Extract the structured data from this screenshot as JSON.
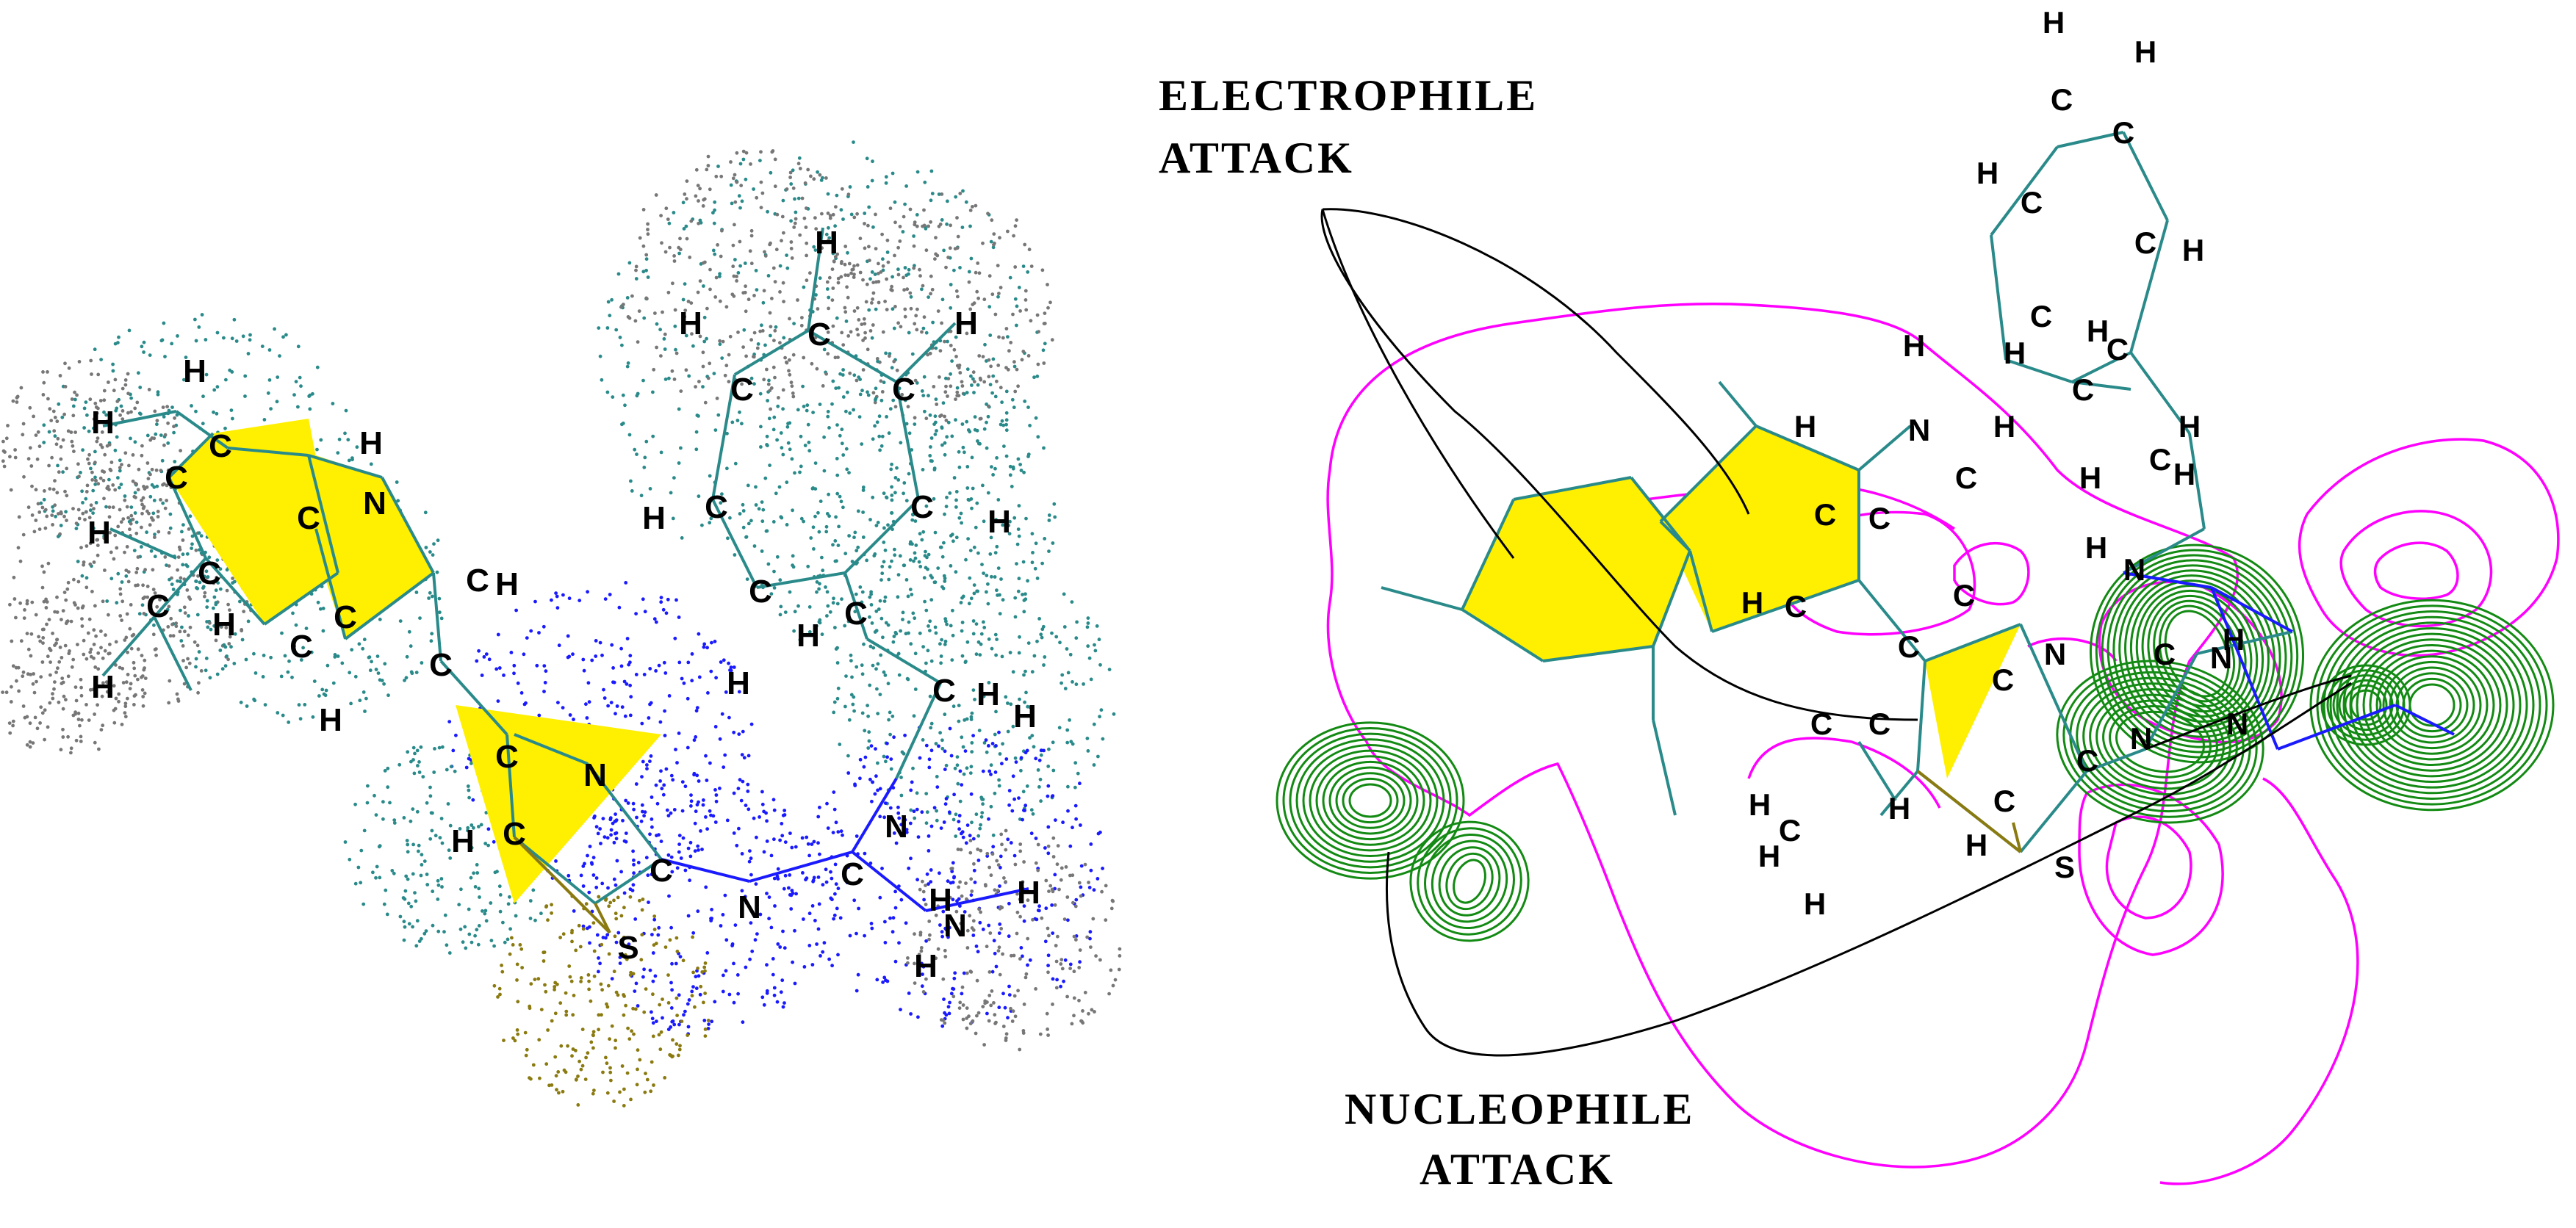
{
  "labels": {
    "electrophile_line1": "ELECTROPHILE",
    "electrophile_line2": "ATTACK",
    "nucleophile_line1": "NUCLEOPHILE",
    "nucleophile_line2": "ATTACK"
  },
  "atom_symbols": {
    "H": "H",
    "C": "C",
    "N": "N",
    "S": "S"
  },
  "colors": {
    "ring_fill": "#ffef00",
    "bond_teal": "#2a8a8a",
    "bond_blue": "#1a1aff",
    "bond_sulfur": "#8a7a10",
    "contour_magenta": "#ff00ff",
    "contour_green": "#138a13",
    "dot_grey": "#777777",
    "dot_teal": "#2a8a8a",
    "dot_blue": "#1a1aff",
    "dot_olive": "#8a7a10"
  }
}
